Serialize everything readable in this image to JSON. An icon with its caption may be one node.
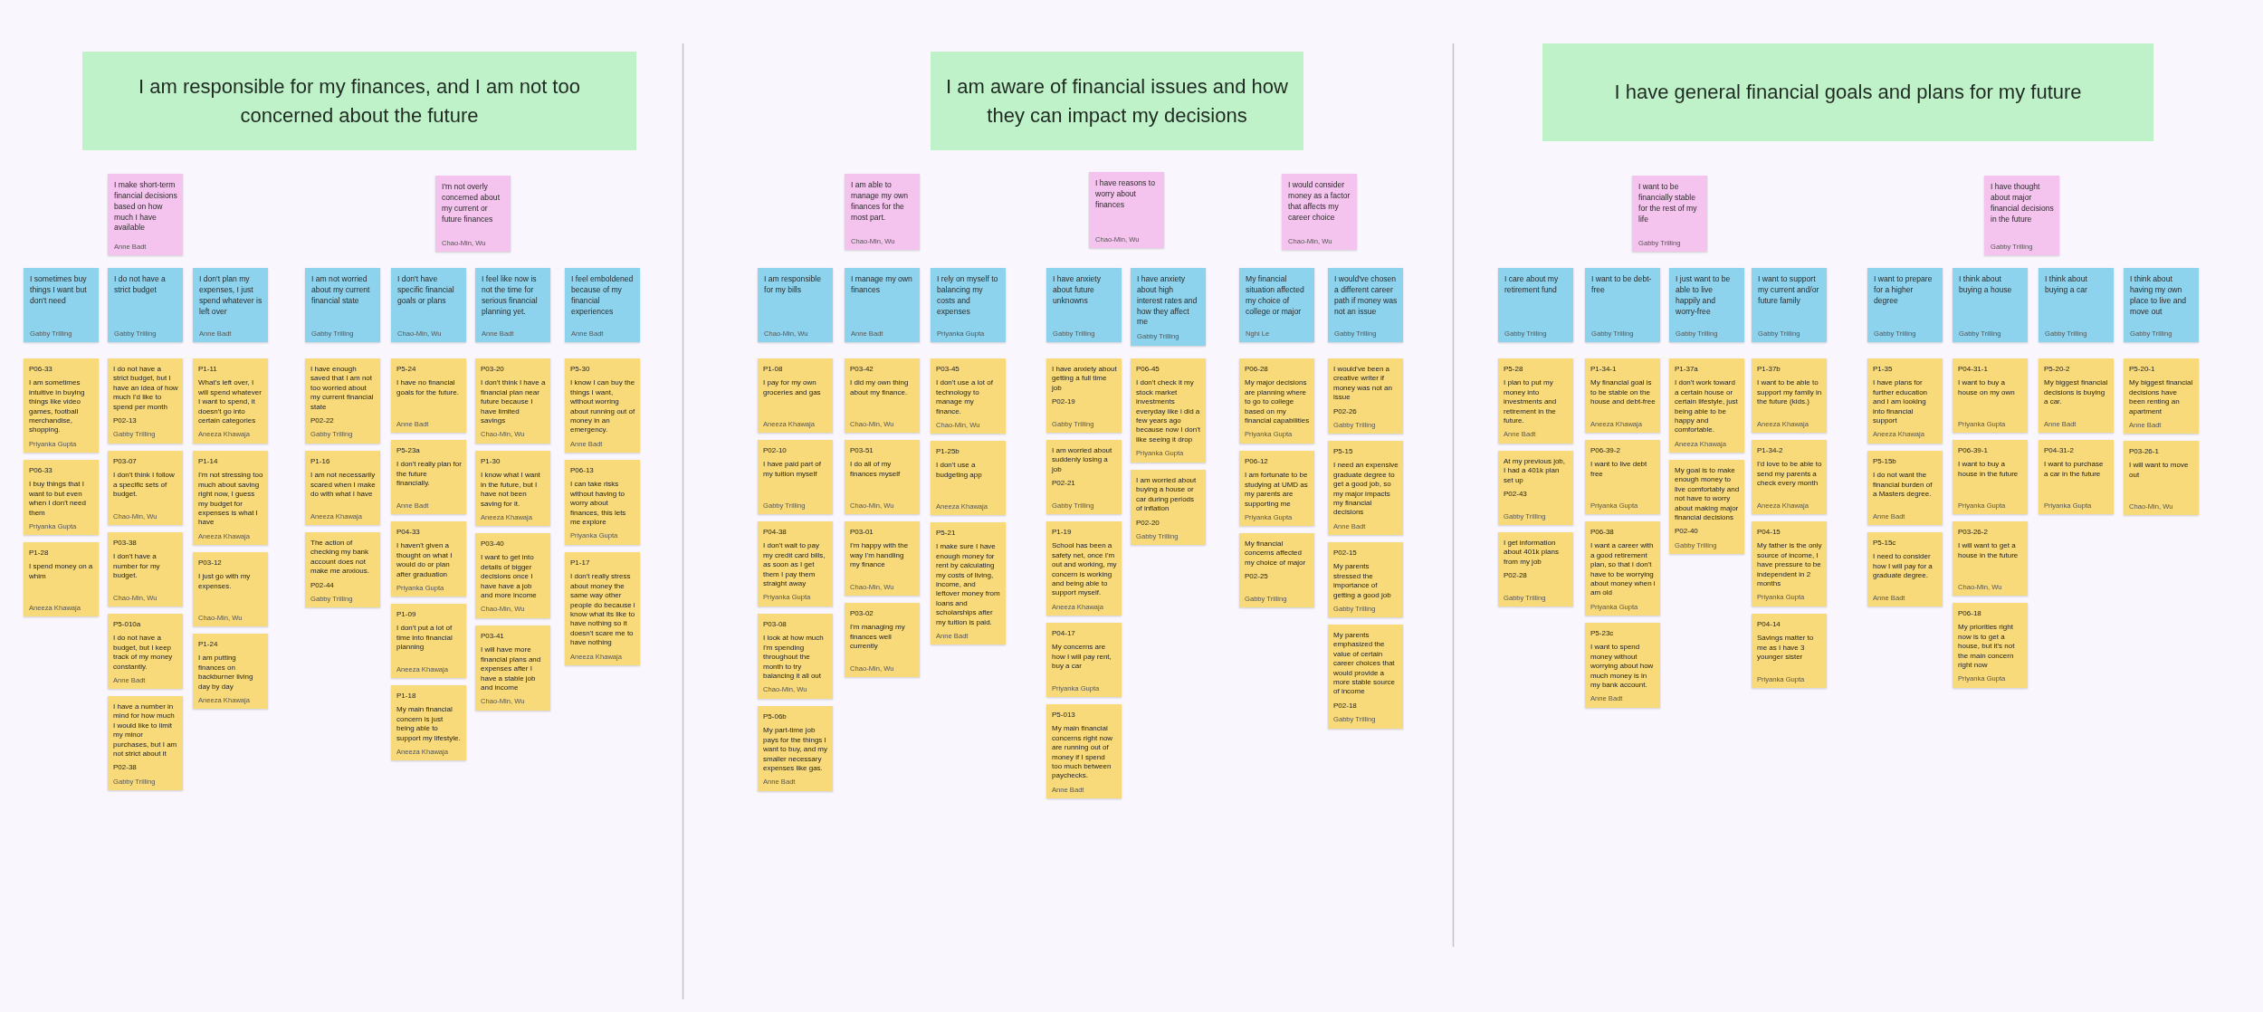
{
  "diagram": {
    "nodes": [
      {
        "text": [
          "I am responsible for my finances, and I am not too concerned about the future"
        ]
      },
      {
        "text": [
          "I make short-term financial decisions based on how much I have available",
          "Anne Badt"
        ]
      },
      {
        "text": [
          "I sometimes buy things I want but don't need",
          "Gabby Trilling"
        ]
      },
      {
        "text": [
          "P06-33",
          "I am sometimes intuitive in buying things like video games, football merchandise, shopping.",
          "Priyanka Gupta"
        ]
      },
      {
        "text": [
          "P06-33",
          "I buy things that I want to but even when I don't need them",
          "Priyanka Gupta"
        ]
      },
      {
        "text": [
          "P1-28",
          "I spend money on a whim",
          "Aneeza Khawaja"
        ]
      },
      {
        "text": [
          "I do not have a strict budget",
          "Gabby Trilling"
        ]
      },
      {
        "text": [
          "I do not have a strict budget, but I have an idea of how much I'd like to spend per month",
          "P02-13",
          "Gabby Trilling"
        ]
      },
      {
        "text": [
          "P03-07",
          "I don't think I follow a specific sets of budget.",
          "Chao-Min, Wu"
        ]
      },
      {
        "text": [
          "P03-38",
          "I don't have a number for my budget.",
          "Chao-Min, Wu"
        ]
      },
      {
        "text": [
          "P5-010a",
          "I do not have a budget, but I keep track of my money constantly.",
          "Anne Badt"
        ]
      },
      {
        "text": [
          "I have a number in mind for how much I would like to limit my minor purchases, but I am not strict about it",
          "P02-38",
          "Gabby Trilling"
        ]
      },
      {
        "text": [
          "I don't plan my expenses, I just spend whatever is left over",
          "Anne Badt"
        ]
      },
      {
        "text": [
          "P1-11",
          "What's left over, I will spend whatever I want to spend, it doesn't go into certain categories",
          "Aneeza Khawaja"
        ]
      },
      {
        "text": [
          "P1-14",
          "I'm not stressing too much about saving right now, I guess my budget for expenses is what I have",
          "Aneeza Khawaja"
        ]
      },
      {
        "text": [
          "P03-12",
          "I just go with my expenses.",
          "Chao-Min, Wu"
        ]
      },
      {
        "text": [
          "P1-24",
          "I am putting finances on backburner living day by day",
          "Aneeza Khawaja"
        ]
      },
      {
        "text": [
          "I'm not overly concerned about my current or future finances",
          "Chao-Min, Wu"
        ]
      },
      {
        "text": [
          "I am not worried about my current financial state",
          "Gabby Trilling"
        ]
      },
      {
        "text": [
          "I have enough saved that I am not too worried about my current financial state",
          "P02-22",
          "Gabby Trilling"
        ]
      },
      {
        "text": [
          "P1-16",
          "I am not necessarily scared when I make do with what I have",
          "Aneeza Khawaja"
        ]
      },
      {
        "text": [
          "The action of checking my bank account does not make me anxious.",
          "P02-44",
          "Gabby Trilling"
        ]
      },
      {
        "text": [
          "I don't have specific financial goals or plans",
          "Chao-Min, Wu"
        ]
      },
      {
        "text": [
          "P5-24",
          "I have no financial goals for the future.",
          "Anne Badt"
        ]
      },
      {
        "text": [
          "P5-23a",
          "I don't really plan for the future financially.",
          "Anne Badt"
        ]
      },
      {
        "text": [
          "P04-33",
          "I haven't given a thought on what I would do or plan after graduation",
          "Priyanka Gupta"
        ]
      },
      {
        "text": [
          "P1-09",
          "I don't put a lot of time into financial planning",
          "Aneeza Khawaja"
        ]
      },
      {
        "text": [
          "P1-18",
          "My main financial concern is just being able to support my lifestyle.",
          "Aneeza Khawaja"
        ]
      },
      {
        "text": [
          "I feel like now is not the time for serious financial planning yet.",
          "Anne Badt"
        ]
      },
      {
        "text": [
          "P03-20",
          "I don't think I have a financial plan near future because I have limited savings",
          "Chao-Min, Wu"
        ]
      },
      {
        "text": [
          "P1-30",
          "I know what I want in the future, but I have not been saving for it.",
          "Aneeza Khawaja"
        ]
      },
      {
        "text": [
          "P03-40",
          "I want to get into details of bigger decisions once I have have a job and more income",
          "Chao-Min, Wu"
        ]
      },
      {
        "text": [
          "P03-41",
          "I will have more financial plans and expenses after I have a stable job and income",
          "Chao-Min, Wu"
        ]
      },
      {
        "text": [
          "I feel emboldened because of my financial experiences",
          "Anne Badt"
        ]
      },
      {
        "text": [
          "P5-30",
          "I know I can buy the things I want, without worring about running out of money in an emergency.",
          "Anne Badt"
        ]
      },
      {
        "text": [
          "P06-13",
          "I can take risks without having to worry about finances, this lets me explore",
          "Priyanka Gupta"
        ]
      },
      {
        "text": [
          "P1-17",
          "I don't really stress about money the same way other people do because i know what its like to have nothing so it doesn't scare me to have nothing",
          "Aneeza Khawaja"
        ]
      },
      {
        "text": [
          "I am aware of financial issues and how they can impact my decisions"
        ]
      },
      {
        "text": [
          "I am able to manage my own finances for the most part.",
          "Chao-Min, Wu"
        ]
      },
      {
        "text": [
          "I am responsible for my bills",
          "Chao-Min, Wu"
        ]
      },
      {
        "text": [
          "P1-08",
          "I pay for my own groceries and gas",
          "Aneeza Khawaja"
        ]
      },
      {
        "text": [
          "P02-10",
          "I have paid part of my tuition myself",
          "Gabby Trilling"
        ]
      },
      {
        "text": [
          "P04-38",
          "I don't wait to pay my credit card bills, as soon as I get them I pay them straight away",
          "Priyanka Gupta"
        ]
      },
      {
        "text": [
          "P03-08",
          "I look at how much I'm spending throughout the month to try balancing it all out",
          "Chao-Min, Wu"
        ]
      },
      {
        "text": [
          "P5-06b",
          "My part-time job pays for the things I want to buy, and my smaller necessary expenses like gas.",
          "Anne Badt"
        ]
      },
      {
        "text": [
          "I manage my own finances",
          "Anne Badt"
        ]
      },
      {
        "text": [
          "P03-42",
          "I did my own thing about my finance.",
          "Chao-Min, Wu"
        ]
      },
      {
        "text": [
          "P03-51",
          "I do all of my finances myself",
          "Chao-Min, Wu"
        ]
      },
      {
        "text": [
          "P03-01",
          "I'm happy with the way I'm handling my finance",
          "Chao-Min, Wu"
        ]
      },
      {
        "text": [
          "P03-02",
          "I'm managing my finances well currently",
          "Chao-Min, Wu"
        ]
      },
      {
        "text": [
          "I rely on myself to balancing my costs and expenses",
          "Priyanka Gupta"
        ]
      },
      {
        "text": [
          "P03-45",
          "I don't use a lot of technology to manage my finance.",
          "Chao-Min, Wu"
        ]
      },
      {
        "text": [
          "P1-25b",
          "I don't use a budgeting app",
          "Aneeza Khawaja"
        ]
      },
      {
        "text": [
          "P5-21",
          "I make sure I have enough money for rent by calculating my costs of living, income, and leftover money from loans and scholarships after my tuition is paid.",
          "Anne Badt"
        ]
      },
      {
        "text": [
          "I have reasons to worry about finances",
          "Chao-Min, Wu"
        ]
      },
      {
        "text": [
          "I have anxiety about future unknowns",
          "Gabby Trilling"
        ]
      },
      {
        "text": [
          "I have anxiety about getting a full time job",
          "P02-19",
          "Gabby Trilling"
        ]
      },
      {
        "text": [
          "I am worried about suddenly losing a job",
          "P02-21",
          "Gabby Trilling"
        ]
      },
      {
        "text": [
          "P1-19",
          "School has been a safety net, once I'm out and working, my concern is working and being able to support myself.",
          "Aneeza Khawaja"
        ]
      },
      {
        "text": [
          "P04-17",
          "My concerns are how I will pay rent, buy a car",
          "Priyanka Gupta"
        ]
      },
      {
        "text": [
          "P5-013",
          "My main financial concerns right now are running out of money if I spend too much between paychecks.",
          "Anne Badt"
        ]
      },
      {
        "text": [
          "I have anxiety about high interest rates and how they affect me",
          "Gabby Trilling"
        ]
      },
      {
        "text": [
          "P06-45",
          "I don't check it my stock market investments everyday like i did a few years ago because now I don't like seeing it drop",
          "Priyanka Gupta"
        ]
      },
      {
        "text": [
          "I am worried about buying a house or car during periods of inflation",
          "P02-20",
          "Gabby Trilling"
        ]
      },
      {
        "text": [
          "I would consider money as a factor that affects my career choice",
          "Chao-Min, Wu"
        ]
      },
      {
        "text": [
          "My financial situation affected my choice of college or major",
          "Nghi Le"
        ]
      },
      {
        "text": [
          "P06-28",
          "My major decisions are planning where to go to college based on my financial capabilities",
          "Priyanka Gupta"
        ]
      },
      {
        "text": [
          "P06-12",
          "I am fortunate to be studying at UMD as my parents are supporting me",
          "Priyanka Gupta"
        ]
      },
      {
        "text": [
          "My financial concerns affected my choice of major",
          "P02-25",
          "Gabby Trilling"
        ]
      },
      {
        "text": [
          "I would've chosen a different career path if money was not an issue",
          "Gabby Trilling"
        ]
      },
      {
        "text": [
          "I would've been a creative writer if money was not an issue",
          "P02-26",
          "Gabby Trilling"
        ]
      },
      {
        "text": [
          "P5-15",
          "I need an expensive graduate degree to get a good job, so my major impacts my financial decisions",
          "Anne Badt"
        ]
      },
      {
        "text": [
          "P02-15",
          "My parents stressed the importance of getting a good job",
          "Gabby Trilling"
        ]
      },
      {
        "text": [
          "My parents emphasized the value of certain career choices that would provide a more stable source of income",
          "P02-18",
          "Gabby Trilling"
        ]
      },
      {
        "text": [
          "I have general financial goals and plans for my future"
        ]
      },
      {
        "text": [
          "I want to be financially stable for the rest of my life",
          "Gabby Trilling"
        ]
      },
      {
        "text": [
          "I care about my retirement fund",
          "Gabby Trilling"
        ]
      },
      {
        "text": [
          "P5-28",
          "I plan to put my money into investments and retirement in the future.",
          "Anne Badt"
        ]
      },
      {
        "text": [
          "At my previous job, I had a 401k plan set up",
          "P02-43",
          "Gabby Trilling"
        ]
      },
      {
        "text": [
          "I get information about 401k plans from my job",
          "P02-28",
          "Gabby Trilling"
        ]
      },
      {
        "text": [
          "I want to be debt-free",
          "Gabby Trilling"
        ]
      },
      {
        "text": [
          "P1-34-1",
          "My financial goal is to be stable on the house and debt-free",
          "Aneeza Khawaja"
        ]
      },
      {
        "text": [
          "P06-39-2",
          "I want to live debt free",
          "Priyanka Gupta"
        ]
      },
      {
        "text": [
          "P06-38",
          "I want a career with a good retirement plan, so that I don't have to be worrying about money when i am old",
          "Priyanka Gupta"
        ]
      },
      {
        "text": [
          "P5-23c",
          "I want to spend money without worrying about how much money is in my bank account.",
          "Anne Badt"
        ]
      },
      {
        "text": [
          "I just want to be able to live happily and worry-free",
          "Gabby Trilling"
        ]
      },
      {
        "text": [
          "P1-37a",
          "I don't work toward a certain house or certain lifestyle, just being able to be happy and comfortable.",
          "Aneeza Khawaja"
        ]
      },
      {
        "text": [
          "My goal is to make enough money to live comfortably and not have to worry about making major financial decisions",
          "P02-40",
          "Gabby Trilling"
        ]
      },
      {
        "text": [
          "I want to support my current and/or future family",
          "Gabby Trilling"
        ]
      },
      {
        "text": [
          "P1-37b",
          "I want to be able to support my family in the future (kids.)",
          "Aneeza Khawaja"
        ]
      },
      {
        "text": [
          "P1-34-2",
          "I'd love to be able to send my parents a check every month",
          "Aneeza Khawaja"
        ]
      },
      {
        "text": [
          "P04-15",
          "My father is the only source of income, I have pressure to be independent in 2 months",
          "Priyanka Gupta"
        ]
      },
      {
        "text": [
          "P04-14",
          "Savings matter to me as I have 3 younger sister",
          "Priyanka Gupta"
        ]
      },
      {
        "text": [
          "I have thought about major financial decisions in the future",
          "Gabby Trilling"
        ]
      },
      {
        "text": [
          "I want to prepare for a higher degree",
          "Gabby Trilling"
        ]
      },
      {
        "text": [
          "P1-35",
          "I have plans for further education and I am looking into financial support",
          "Aneeza Khawaja"
        ]
      },
      {
        "text": [
          "P5-15b",
          "I do not want the financial burden of a Masters degree.",
          "Anne Badt"
        ]
      },
      {
        "text": [
          "P5-15c",
          "I need to consider how I will pay for a graduate degree.",
          "Anne Badt"
        ]
      },
      {
        "text": [
          "I think about buying a house",
          "Gabby Trilling"
        ]
      },
      {
        "text": [
          "P04-31-1",
          "I want to buy a house on my own",
          "Priyanka Gupta"
        ]
      },
      {
        "text": [
          "P06-39-1",
          "I want to buy a house in the future",
          "Priyanka Gupta"
        ]
      },
      {
        "text": [
          "P03-26-2",
          "I will want to get a house in the future",
          "Chao-Min, Wu"
        ]
      },
      {
        "text": [
          "P06-18",
          "My priorities right now is to get a house, but it's not the main concern right now",
          "Priyanka Gupta"
        ]
      },
      {
        "text": [
          "I think about buying a car",
          "Gabby Trilling"
        ]
      },
      {
        "text": [
          "P5-20-2",
          "My biggest financial decisions is buying a car.",
          "Anne Badt"
        ]
      },
      {
        "text": [
          "P04-31-2",
          "I want to purchase a car in the future",
          "Priyanka Gupta"
        ]
      },
      {
        "text": [
          "I think about having my own place to live and move out",
          "Gabby Trilling"
        ]
      },
      {
        "text": [
          "P5-20-1",
          "My biggest financial decisions have been renting an apartment",
          "Anne Badt"
        ]
      },
      {
        "text": [
          "P03-26-1",
          "I will want to move out",
          "Chao-Min, Wu"
        ]
      }
    ]
  }
}
